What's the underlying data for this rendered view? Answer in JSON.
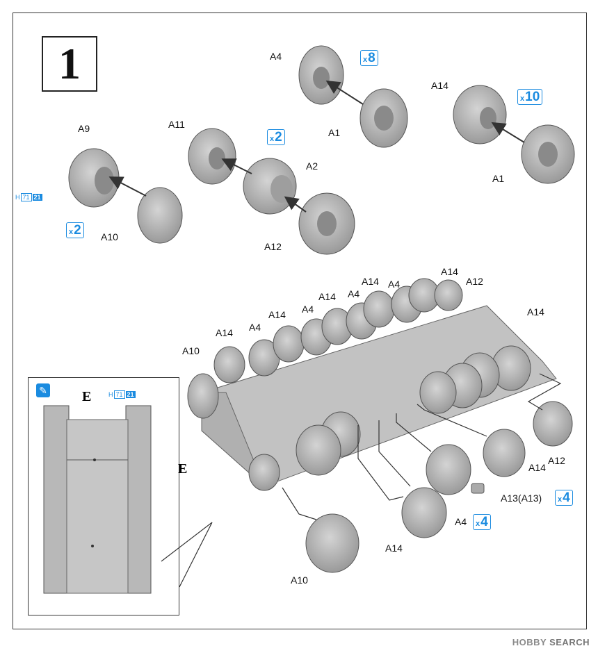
{
  "step": {
    "number": "1"
  },
  "parts": {
    "a4": "A4",
    "a1": "A1",
    "a14": "A14",
    "a11": "A11",
    "a2": "A2",
    "a9": "A9",
    "a10": "A10",
    "a12": "A12",
    "a13": "A13(A13)",
    "e": "E"
  },
  "quantities": {
    "q8": {
      "x": "x",
      "n": "8"
    },
    "q10": {
      "x": "x",
      "n": "10"
    },
    "q2": {
      "x": "x",
      "n": "2"
    },
    "q4": {
      "x": "x",
      "n": "4"
    }
  },
  "hull_code": {
    "h": "H",
    "a": "71",
    "b": "21"
  },
  "watermark": {
    "brand": "HOBBY",
    "word": "SEARCH"
  },
  "colors": {
    "part_gray": "#b9b9b9",
    "accent_blue": "#1a8be0",
    "line": "#333333"
  }
}
